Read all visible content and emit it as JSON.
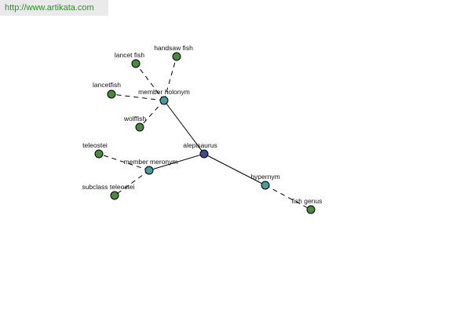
{
  "banner": {
    "url": "http://www.artikata.com"
  },
  "colors": {
    "center": "#3d4a8f",
    "relation": "#4a9a9a",
    "leaf": "#4a8a3e"
  },
  "graph": {
    "nodes": [
      {
        "id": "aleptsaurus",
        "label": "alepisaurus",
        "kind": "center"
      },
      {
        "id": "member-holonym",
        "label": "member holonym",
        "kind": "relation"
      },
      {
        "id": "member-meronym",
        "label": "member meronym",
        "kind": "relation"
      },
      {
        "id": "hypernym",
        "label": "hypernym",
        "kind": "relation"
      },
      {
        "id": "lancet-fish",
        "label": "lancet fish",
        "kind": "leaf"
      },
      {
        "id": "handsaw-fish",
        "label": "handsaw fish",
        "kind": "leaf"
      },
      {
        "id": "lancetfish",
        "label": "lancetfish",
        "kind": "leaf"
      },
      {
        "id": "wolffish",
        "label": "wolffish",
        "kind": "leaf"
      },
      {
        "id": "teleostei",
        "label": "teleostei",
        "kind": "leaf"
      },
      {
        "id": "subclass-teleostei",
        "label": "subclass teleostei",
        "kind": "leaf"
      },
      {
        "id": "fish-genus",
        "label": "fish genus",
        "kind": "leaf"
      }
    ],
    "edges": [
      {
        "from": "aleptsaurus",
        "to": "member-holonym",
        "style": "solid"
      },
      {
        "from": "aleptsaurus",
        "to": "member-meronym",
        "style": "solid"
      },
      {
        "from": "aleptsaurus",
        "to": "hypernym",
        "style": "solid"
      },
      {
        "from": "member-holonym",
        "to": "lancet-fish",
        "style": "dashed"
      },
      {
        "from": "member-holonym",
        "to": "handsaw-fish",
        "style": "dashed"
      },
      {
        "from": "member-holonym",
        "to": "lancetfish",
        "style": "dashed"
      },
      {
        "from": "member-holonym",
        "to": "wolffish",
        "style": "dashed"
      },
      {
        "from": "member-meronym",
        "to": "teleostei",
        "style": "dashed"
      },
      {
        "from": "member-meronym",
        "to": "subclass-teleostei",
        "style": "dashed"
      },
      {
        "from": "hypernym",
        "to": "fish-genus",
        "style": "dashed"
      }
    ]
  }
}
